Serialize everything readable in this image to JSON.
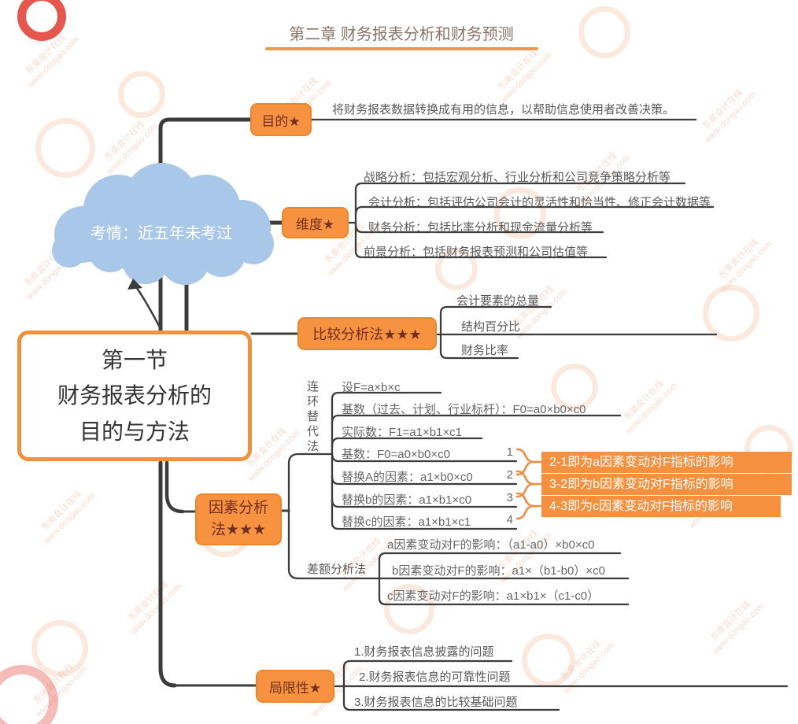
{
  "title": {
    "text": "第二章 财务报表分析和财务预测"
  },
  "cloud": {
    "text": "考情：近五年未考过"
  },
  "central": {
    "line1": "第一节",
    "line2": "财务报表分析的",
    "line3": "目的与方法"
  },
  "purpose": {
    "label": "目的★",
    "desc": "将财务报表数据转换成有用的信息，以帮助信息使用者改善决策。"
  },
  "dimension": {
    "label": "维度★",
    "items": [
      "战略分析：包括宏观分析、行业分析和公司竞争策略分析等",
      "会计分析：包括评估公司会计的灵活性和恰当性、修正会计数据等",
      "财务分析：包括比率分析和现金流量分析等",
      "前景分析：包括财务报表预测和公司估值等"
    ]
  },
  "comparison": {
    "label": "比较分析法★★★",
    "items": [
      "会计要素的总量",
      "结构百分比",
      "财务比率"
    ]
  },
  "factor": {
    "label1": "因素分析",
    "label2": "法★★★",
    "chain": {
      "label": "连环替代法",
      "rows": [
        {
          "text": "设F=a×b×c",
          "num": ""
        },
        {
          "text": "基数（过去、计划、行业标杆）：F0=a0×b0×c0",
          "num": ""
        },
        {
          "text": "实际数：F1=a1×b1×c1",
          "num": ""
        },
        {
          "text": "基数：F0=a0×b0×c0",
          "num": "1"
        },
        {
          "text": "替换A的因素：a1×b0×c0",
          "num": "2"
        },
        {
          "text": "替换b的因素：a1×b1×c0",
          "num": "3"
        },
        {
          "text": "替换c的因素：a1×b1×c1",
          "num": "4"
        }
      ],
      "results": [
        "2-1即为a因素变动对F指标的影响",
        "3-2即为b因素变动对F指标的影响",
        "4-3即为c因素变动对F指标的影响"
      ]
    },
    "diff": {
      "label": "差额分析法",
      "items": [
        "a因素变动对F的影响：（a1-a0）×b0×c0",
        "b因素变动对F的影响：a1×（b1-b0）×c0",
        "c因素变动对F的影响：a1×b1×（c1-c0）"
      ]
    }
  },
  "limitation": {
    "label": "局限性★",
    "items": [
      "1.财务报表信息披露的问题",
      "2.财务报表信息的可靠性问题",
      "3.财务报表信息的比较基础问题"
    ]
  },
  "watermark": {
    "line1": "东奥会计在线",
    "line2": "www.dongao.com"
  },
  "colors": {
    "node_fill": "#F79240",
    "node_border": "#EE8528",
    "node_text": "#733021",
    "line": "#3C3C3C",
    "cloud": "#A9C7E8",
    "highlight_box": "#F5903E",
    "brace": "#EF8C42",
    "title_underline": "#E89B4C",
    "watermark": "#EB966C"
  }
}
